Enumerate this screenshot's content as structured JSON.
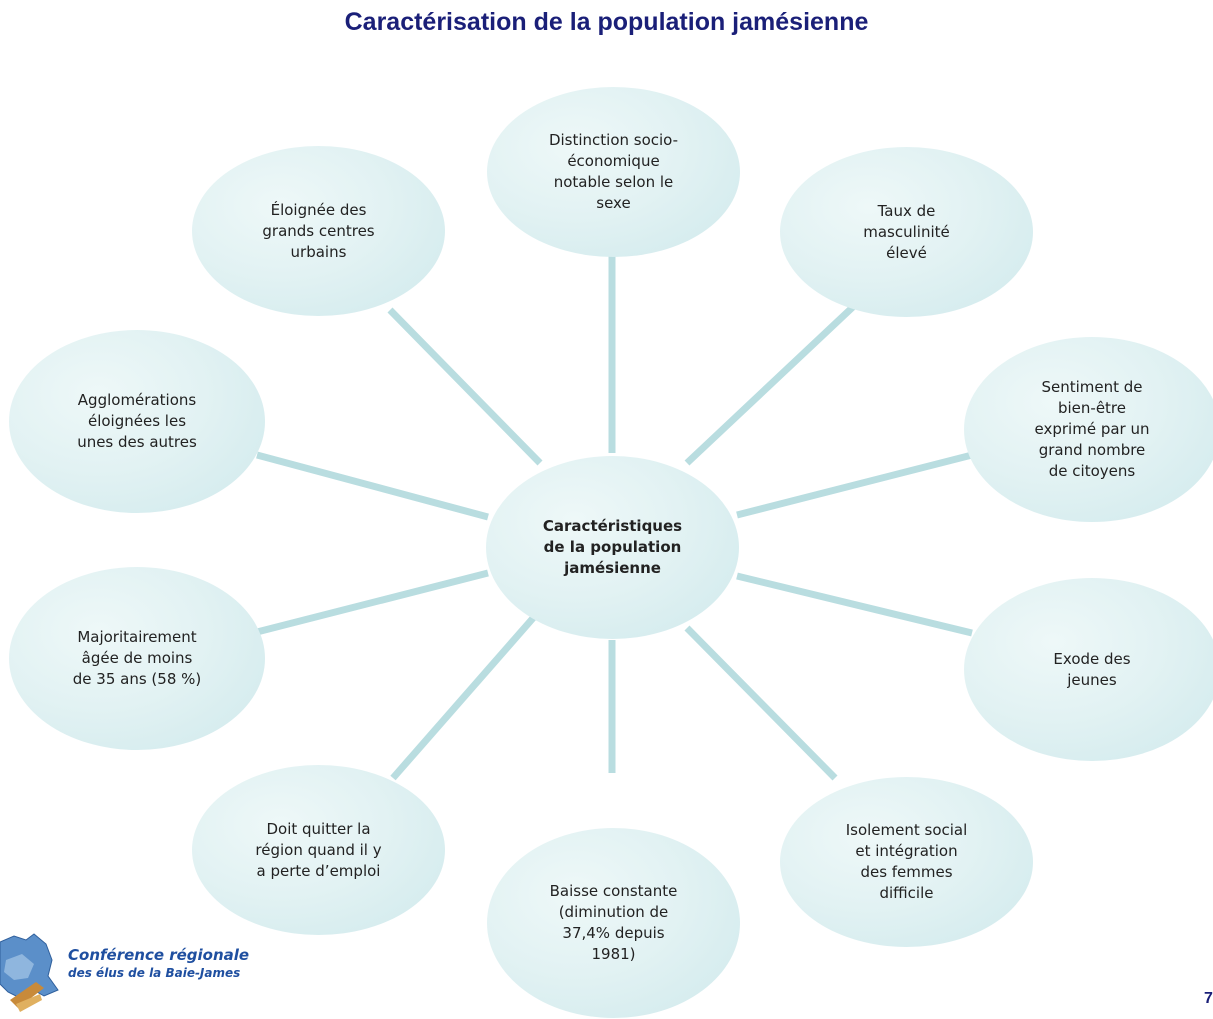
{
  "title": "Caractérisation de la population jamésienne",
  "colors": {
    "title": "#1a1f78",
    "connector": "#b9dde0",
    "node_fill": "#e2f2f3"
  },
  "center": {
    "label": "Caractéristiques\nde la population\njamésienne"
  },
  "nodes": [
    {
      "id": "top",
      "label": "Distinction socio-\néconomique\nnotable selon le\nsexe"
    },
    {
      "id": "top-right",
      "label": "Taux de\nmasculinité\nélevé"
    },
    {
      "id": "right-upper",
      "label": "Sentiment de\nbien-être\nexprimé par un\ngrand nombre\nde citoyens"
    },
    {
      "id": "right-lower",
      "label": "Exode des\njeunes"
    },
    {
      "id": "bottom-right",
      "label": "Isolement social\net intégration\ndes femmes\ndifficile"
    },
    {
      "id": "bottom",
      "label": "Baisse constante\n(diminution de\n37,4% depuis\n1981)"
    },
    {
      "id": "bottom-left",
      "label": "Doit quitter la\nrégion quand il y\na perte d’emploi"
    },
    {
      "id": "left-lower",
      "label": "Majoritairement\nâgée de moins\nde 35 ans (58 %)"
    },
    {
      "id": "left-upper",
      "label": "Agglomérations\néloignées les\nunes des autres"
    },
    {
      "id": "top-left",
      "label": "Éloignée des\ngrands centres\nurbains"
    }
  ],
  "logo": {
    "line1": "Conférence régionale",
    "line2": "des élus de la Baie-James",
    "icon": "quebec-map-icon"
  },
  "page_number": "7"
}
